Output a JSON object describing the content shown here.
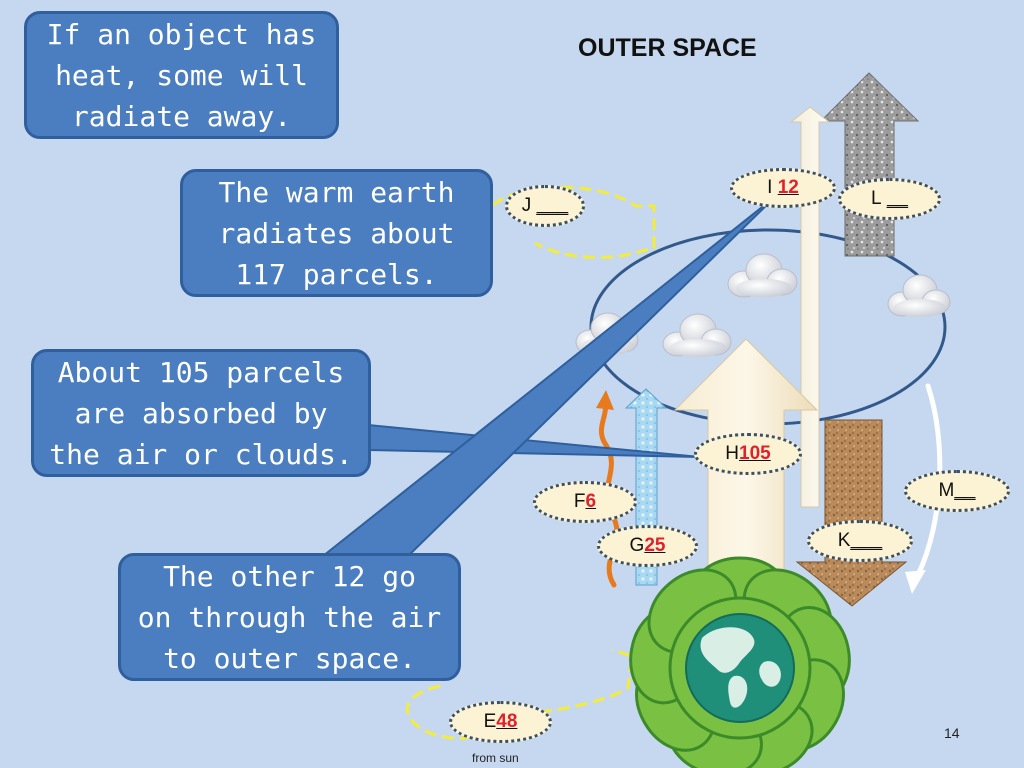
{
  "title": "OUTER SPACE",
  "callouts": {
    "radiate": "If an object has\nheat, some will\nradiate away.",
    "warm": "The warm earth\nradiates about\n117 parcels.",
    "absorb": "About 105 parcels\nare absorbed by\nthe air or clouds.",
    "other": "The other 12 go\non through the air\nto outer space."
  },
  "labels": {
    "E": {
      "letter": "E",
      "value": "48"
    },
    "F": {
      "letter": "F",
      "value": "6"
    },
    "G": {
      "letter": "G",
      "value": "25"
    },
    "H": {
      "letter": "H",
      "value": "105"
    },
    "I": {
      "letter": "I",
      "value": "12"
    },
    "J": {
      "letter": "J",
      "blank": "___"
    },
    "K": {
      "letter": "K",
      "blank": "___"
    },
    "L": {
      "letter": "L",
      "blank": "__"
    },
    "M": {
      "letter": "M",
      "blank": "__"
    }
  },
  "from_sun": "from sun",
  "page_number": "14",
  "colors": {
    "background": "#c6d8ef",
    "callout_fill": "#4a7ec0",
    "callout_border": "#2f5f9c",
    "value_red": "#e0202a",
    "earth_green": "#7ac143",
    "ocean_teal": "#1f8f7a",
    "dashed_yellow": "#f3ec3a"
  }
}
